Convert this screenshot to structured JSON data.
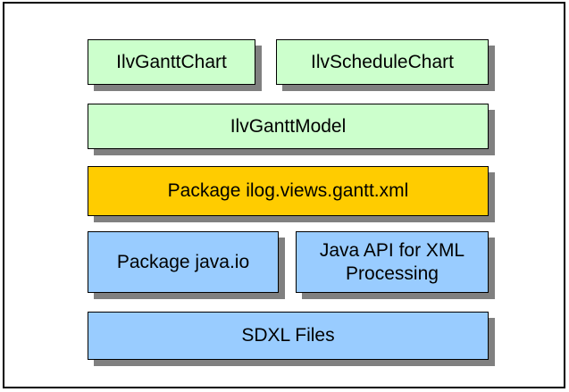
{
  "diagram": {
    "colors": {
      "background": "#FFFFFF",
      "frame_border": "#000000",
      "box_border": "#000000",
      "shadow": "#808080",
      "green": "#CCFFCC",
      "orange": "#FFCC00",
      "blue": "#99CCFF",
      "text": "#000000"
    },
    "boxes": [
      {
        "label": "IlvGanttChart",
        "color": "#CCFFCC"
      },
      {
        "label": "IlvScheduleChart",
        "color": "#CCFFCC"
      },
      {
        "label": "IlvGanttModel",
        "color": "#CCFFCC"
      },
      {
        "label": "Package ilog.views.gantt.xml",
        "color": "#FFCC00"
      },
      {
        "label": "Package java.io",
        "color": "#99CCFF"
      },
      {
        "label": "Java API for XML Processing",
        "color": "#99CCFF"
      },
      {
        "label": "SDXL Files",
        "color": "#99CCFF"
      }
    ]
  }
}
